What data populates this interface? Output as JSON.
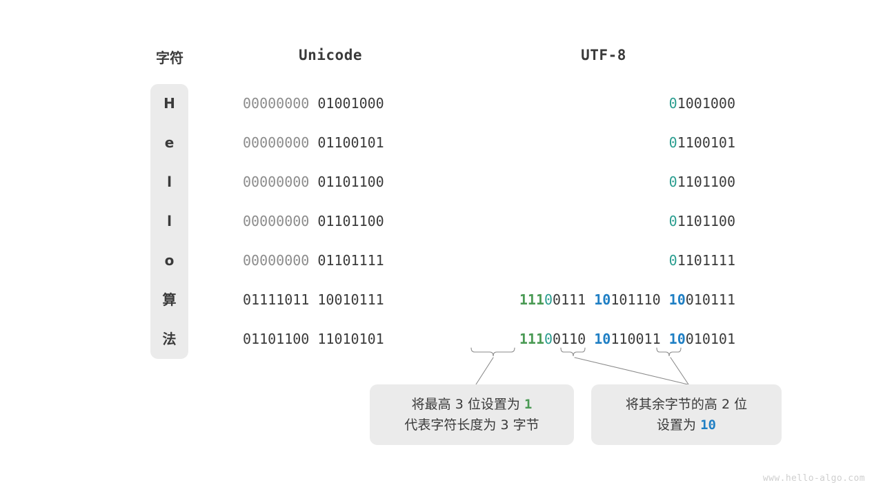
{
  "headers": {
    "character": "字符",
    "unicode": "Unicode",
    "utf8": "UTF-8"
  },
  "colors": {
    "text": "#3a3a3a",
    "dim": "#8c8c8c",
    "teal": "#2a9d8f",
    "green": "#4a9a54",
    "blue": "#1f7fc4",
    "block_bg": "#ebebeb",
    "background": "#ffffff",
    "watermark": "#cfcfcf",
    "line": "#8a8a8a"
  },
  "rows": [
    {
      "char": "H",
      "unicode_high": "00000000",
      "unicode_low": "01001000",
      "utf8_segments": [
        {
          "text": "0",
          "style": "teal"
        },
        {
          "text": "1001000",
          "style": "plain"
        }
      ]
    },
    {
      "char": "e",
      "unicode_high": "00000000",
      "unicode_low": "01100101",
      "utf8_segments": [
        {
          "text": "0",
          "style": "teal"
        },
        {
          "text": "1100101",
          "style": "plain"
        }
      ]
    },
    {
      "char": "l",
      "unicode_high": "00000000",
      "unicode_low": "01101100",
      "utf8_segments": [
        {
          "text": "0",
          "style": "teal"
        },
        {
          "text": "1101100",
          "style": "plain"
        }
      ]
    },
    {
      "char": "l",
      "unicode_high": "00000000",
      "unicode_low": "01101100",
      "utf8_segments": [
        {
          "text": "0",
          "style": "teal"
        },
        {
          "text": "1101100",
          "style": "plain"
        }
      ]
    },
    {
      "char": "o",
      "unicode_high": "00000000",
      "unicode_low": "01101111",
      "utf8_segments": [
        {
          "text": "0",
          "style": "teal"
        },
        {
          "text": "1101111",
          "style": "plain"
        }
      ]
    },
    {
      "char": "算",
      "unicode_high": "01111011",
      "unicode_low": "10010111",
      "unicode_high_dim": false,
      "utf8_segments": [
        {
          "text": "111",
          "style": "green"
        },
        {
          "text": "0",
          "style": "teal"
        },
        {
          "text": "0111 ",
          "style": "plain"
        },
        {
          "text": "10",
          "style": "blue"
        },
        {
          "text": "101110 ",
          "style": "plain"
        },
        {
          "text": "10",
          "style": "blue"
        },
        {
          "text": "010111",
          "style": "plain"
        }
      ]
    },
    {
      "char": "法",
      "unicode_high": "01101100",
      "unicode_low": "11010101",
      "unicode_high_dim": false,
      "utf8_segments": [
        {
          "text": "111",
          "style": "green"
        },
        {
          "text": "0",
          "style": "teal"
        },
        {
          "text": "0110 ",
          "style": "plain"
        },
        {
          "text": "10",
          "style": "blue"
        },
        {
          "text": "110011 ",
          "style": "plain"
        },
        {
          "text": "10",
          "style": "blue"
        },
        {
          "text": "010101",
          "style": "plain"
        }
      ]
    }
  ],
  "callouts": [
    {
      "id": "callout-1",
      "lines": [
        [
          {
            "text": "将最高 3 位设置为 ",
            "style": "plain"
          },
          {
            "text": "1",
            "style": "green"
          }
        ],
        [
          {
            "text": "代表字符长度为 3 字节",
            "style": "plain"
          }
        ]
      ]
    },
    {
      "id": "callout-2",
      "lines": [
        [
          {
            "text": "将其余字节的高 2 位",
            "style": "plain"
          }
        ],
        [
          {
            "text": "设置为 ",
            "style": "plain"
          },
          {
            "text": "10",
            "style": "blue"
          }
        ]
      ]
    }
  ],
  "watermark": "www.hello-algo.com"
}
